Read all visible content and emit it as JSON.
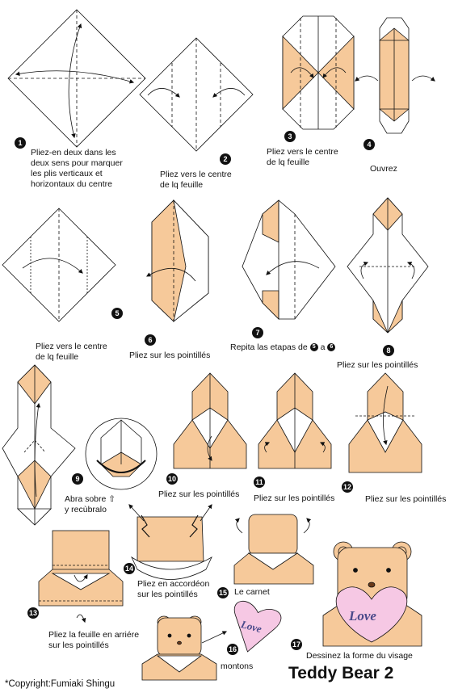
{
  "colors": {
    "paper": "#f6c99a",
    "white": "#ffffff",
    "line": "#111111",
    "love": "#f6c8e4",
    "loveText": "#4a4a8a",
    "nose": "#6a3a1a",
    "bowl": "#d8e8f8"
  },
  "steps": [
    {
      "num": "1",
      "caption": [
        "Pliez-en deux dans les",
        "deux sens pour marquer",
        "les plis verticaux et",
        "horizontaux du centre"
      ]
    },
    {
      "num": "2",
      "caption": [
        "Pliez vers le centre",
        "de lq feuille"
      ]
    },
    {
      "num": "3",
      "caption": [
        "Pliez vers le centre",
        "de lq feuille"
      ]
    },
    {
      "num": "4",
      "caption": [
        "Ouvrez"
      ]
    },
    {
      "num": "5",
      "caption": [
        "Pliez vers le centre",
        "de lq feuille"
      ]
    },
    {
      "num": "6",
      "caption": [
        "Pliez sur les pointillés"
      ]
    },
    {
      "num": "7",
      "caption_pre": "Repita las etapas de",
      "ref_a": "5",
      "caption_mid": "a",
      "ref_b": "6"
    },
    {
      "num": "8",
      "caption": [
        "Pliez sur les pointillés"
      ]
    },
    {
      "num": "9",
      "caption": [
        "Abra sobre ⇧",
        "y recùbralo"
      ]
    },
    {
      "num": "10",
      "caption": [
        "Pliez sur les pointillés"
      ]
    },
    {
      "num": "11",
      "caption": [
        "Pliez sur les pointillés"
      ]
    },
    {
      "num": "12",
      "caption": [
        "Pliez sur les pointillés"
      ]
    },
    {
      "num": "13",
      "caption": [
        "Pliez la feuille en arriére",
        "sur les pointillés"
      ]
    },
    {
      "num": "14",
      "caption": [
        "Pliez en accordéon",
        "sur les pointillés"
      ]
    },
    {
      "num": "15",
      "caption": [
        "Le carnet"
      ]
    },
    {
      "num": "16",
      "caption": [
        "montons"
      ]
    },
    {
      "num": "17",
      "caption": [
        "Dessinez la forme du visage"
      ]
    }
  ],
  "love_small": "Love",
  "love_big": "Love",
  "title": "Teddy Bear 2",
  "copyright": "*Copyright:Fumiaki Shingu"
}
